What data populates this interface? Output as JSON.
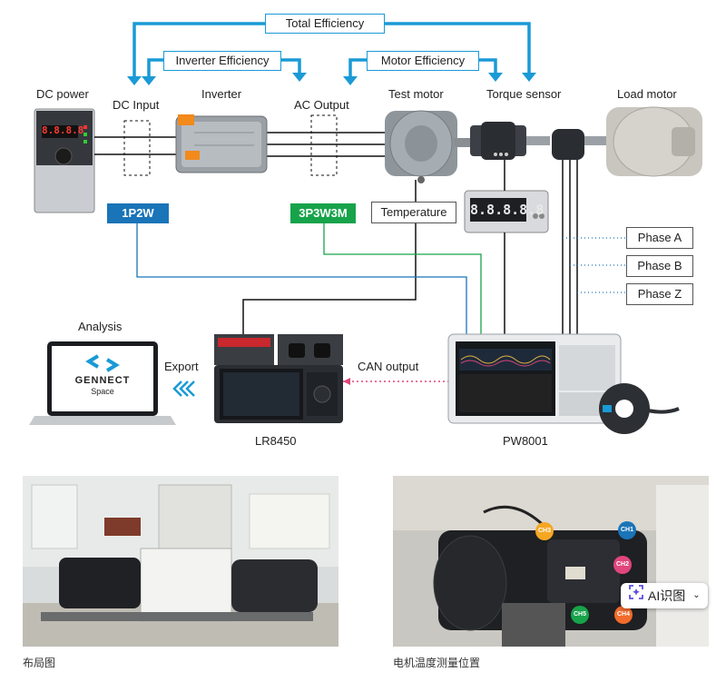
{
  "diagram": {
    "efficiency_labels": {
      "total": "Total Efficiency",
      "inverter": "Inverter Efficiency",
      "motor": "Motor Efficiency"
    },
    "components": {
      "dc_power": "DC power",
      "dc_input": "DC Input",
      "inverter": "Inverter",
      "ac_output": "AC Output",
      "test_motor": "Test motor",
      "torque_sensor": "Torque sensor",
      "load_motor": "Load motor"
    },
    "tags": {
      "dc_wiring": "1P2W",
      "ac_wiring": "3P3W3M",
      "temperature": "Temperature"
    },
    "phases": [
      "Phase A",
      "Phase B",
      "Phase Z"
    ],
    "analysis": {
      "title": "Analysis",
      "logo_name": "GENNECT",
      "logo_sub": "Space",
      "export": "Export",
      "can_output": "CAN output"
    },
    "instruments": {
      "logger": "LR8450",
      "power_analyzer": "PW8001"
    },
    "displays": {
      "dc_power_readout": "8.8.8.8",
      "torque_meter_readout": "8.8.8.8.8"
    },
    "colors": {
      "efficiency_arrow": "#1a9ad6",
      "dc_tag": "#1a74b8",
      "ac_tag": "#17a34a",
      "can_arrow": "#e0457b"
    }
  },
  "photos": {
    "left_caption": "布局图",
    "right_caption": "电机温度测量位置",
    "channels": [
      "CH3",
      "CH1",
      "CH2",
      "CH5",
      "CH4"
    ],
    "ai_button": "AI识图"
  }
}
